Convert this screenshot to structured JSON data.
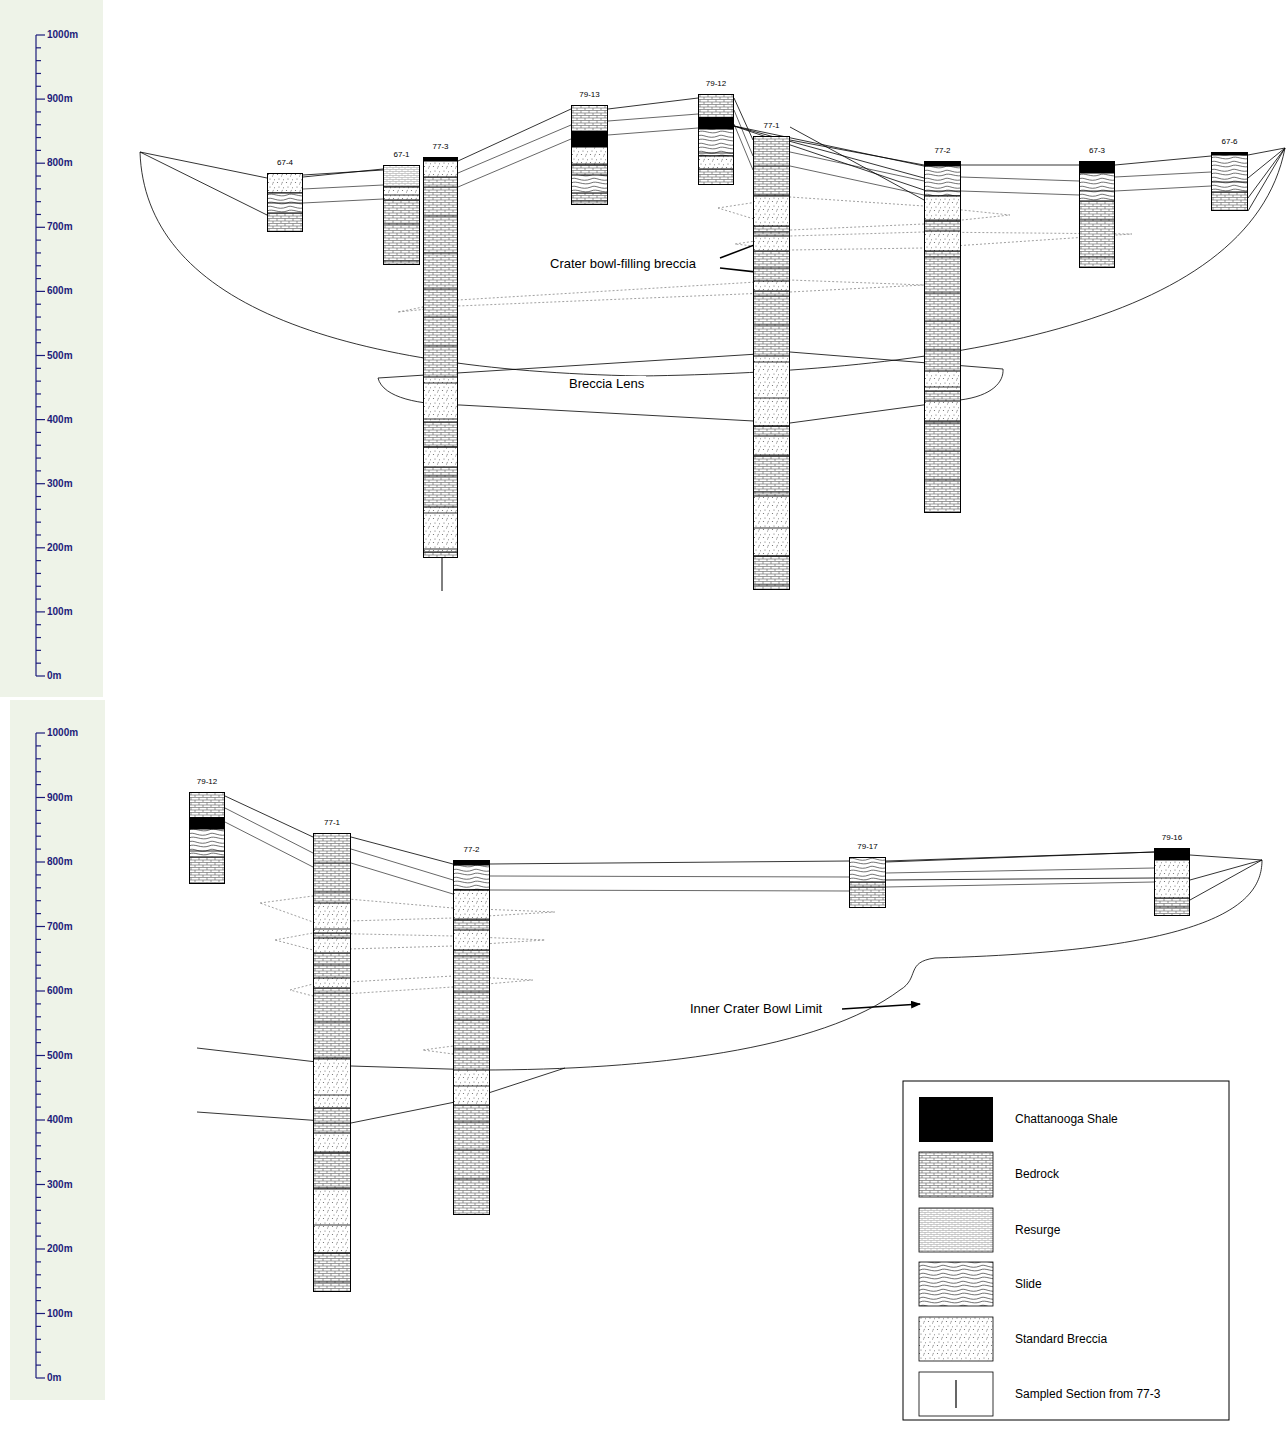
{
  "diagram": {
    "nodes": [
      {
        "text": [
          "67-4"
        ]
      },
      {
        "text": [
          "67-1"
        ]
      },
      {
        "text": [
          "77-3"
        ]
      },
      {
        "text": [
          "79-13"
        ]
      },
      {
        "text": [
          "79-12"
        ]
      },
      {
        "text": [
          "77-1"
        ]
      },
      {
        "text": [
          "77-2"
        ]
      },
      {
        "text": [
          "67-3"
        ]
      },
      {
        "text": [
          "67-6"
        ]
      },
      {
        "text": [
          "79-12"
        ]
      },
      {
        "text": [
          "77-1"
        ]
      },
      {
        "text": [
          "77-2"
        ]
      },
      {
        "text": [
          "79-17"
        ]
      },
      {
        "text": [
          "79-16"
        ]
      }
    ],
    "edges": [
      {
        "from": 0,
        "to": 1,
        "arrow": "none"
      },
      {
        "from": 2,
        "to": 3,
        "arrow": "none"
      },
      {
        "from": 3,
        "to": 4,
        "arrow": "none"
      },
      {
        "from": 4,
        "to": 5,
        "arrow": "none"
      },
      {
        "from": 5,
        "to": 6,
        "arrow": "none"
      },
      {
        "from": 6,
        "to": 7,
        "arrow": "none"
      },
      {
        "from": 7,
        "to": 8,
        "arrow": "none"
      },
      {
        "from": 9,
        "to": 10,
        "arrow": "none"
      },
      {
        "from": 10,
        "to": 11,
        "arrow": "none"
      },
      {
        "from": 11,
        "to": 12,
        "arrow": "none"
      },
      {
        "from": 12,
        "to": 13,
        "arrow": "none"
      }
    ],
    "labels": [
      "1000m",
      "900m",
      "800m",
      "700m",
      "600m",
      "500m",
      "400m",
      "300m",
      "200m",
      "100m",
      "0m",
      "1000m",
      "900m",
      "800m",
      "700m",
      "600m",
      "500m",
      "400m",
      "300m",
      "200m",
      "100m",
      "0m",
      "Crater bowl-filling breccia",
      "Breccia Lens",
      "Inner Crater Bowl Limit"
    ],
    "legend": [
      {
        "text": "Chattanooga Shale",
        "color": "#000000"
      },
      {
        "text": "Bedrock"
      },
      {
        "text": "Resurge"
      },
      {
        "text": "Slide"
      },
      {
        "text": "Standard Breccia"
      },
      {
        "text": "Sampled Section from 77-3"
      }
    ]
  }
}
